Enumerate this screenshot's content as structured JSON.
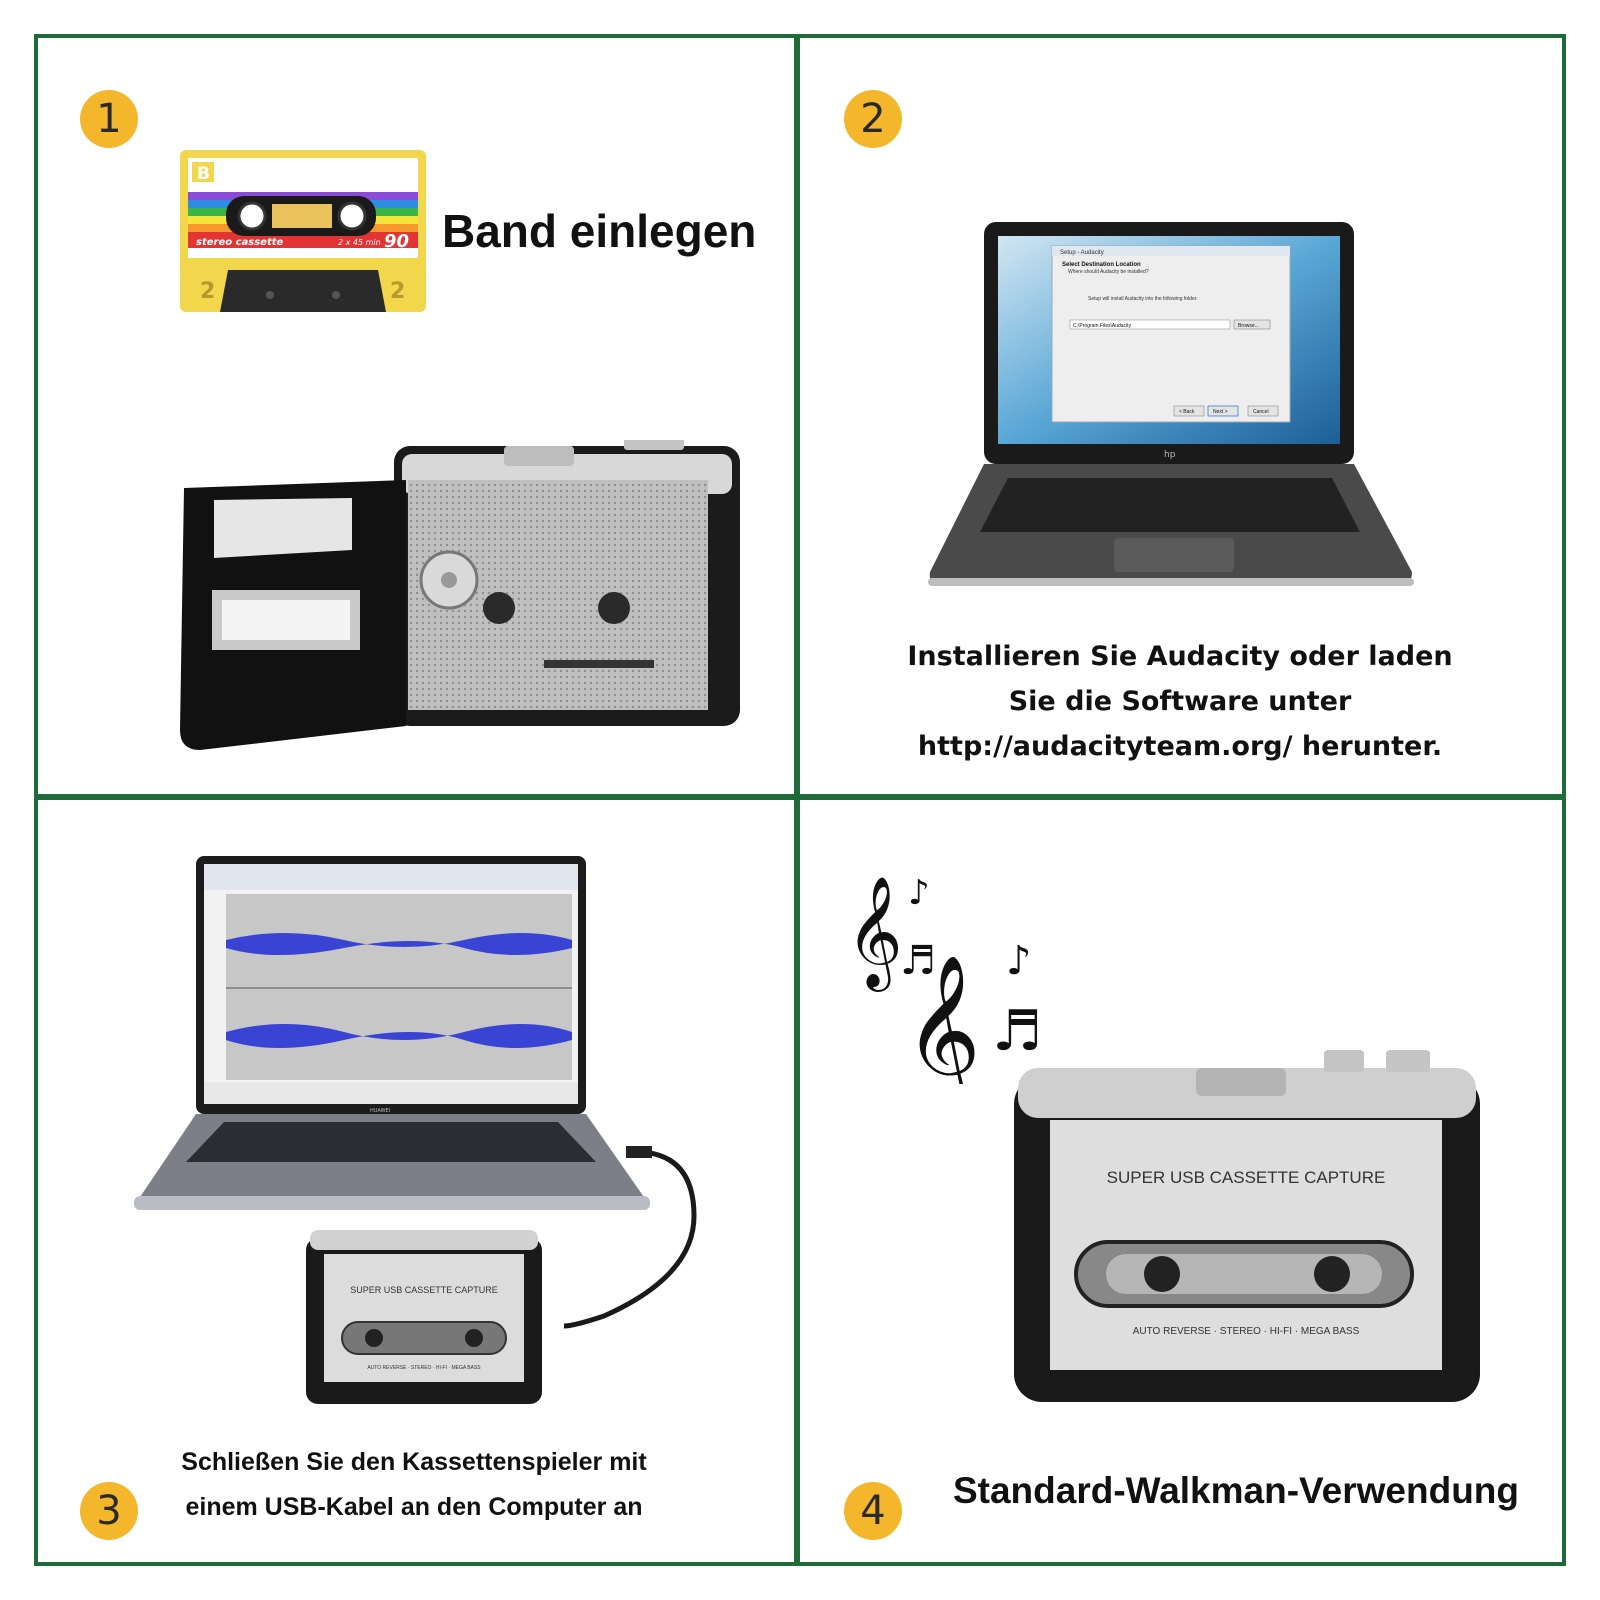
{
  "colors": {
    "border": "#1f6b3a",
    "badge": "#f4b62b"
  },
  "steps": [
    {
      "number": "1",
      "caption": "Band einlegen"
    },
    {
      "number": "2",
      "caption_lines": [
        "Installieren Sie Audacity oder laden",
        "Sie die Software unter",
        "http://audacityteam.org/ herunter."
      ]
    },
    {
      "number": "3",
      "caption_lines": [
        "Schließen Sie den Kassettenspieler mit",
        "einem USB-Kabel an den Computer an"
      ]
    },
    {
      "number": "4",
      "caption": "Standard-Walkman-Verwendung"
    }
  ],
  "cassette_label": {
    "side": "B",
    "brand": "stereo cassette",
    "duration": "2 x 45 min",
    "length": "90",
    "num": "2"
  },
  "device_label": {
    "title": "SUPER USB CASSETTE CAPTURE",
    "features": "AUTO REVERSE · STEREO · HI-FI · MEGA BASS"
  },
  "laptop_brands": {
    "hp": "hp",
    "huawei": "HUAWEI"
  },
  "installer": {
    "window_title": "Setup - Audacity",
    "heading": "Select Destination Location",
    "subheading": "Where should Audacity be installed?",
    "body": "Setup will install Audacity into the following folder.",
    "path": "C:\\Program Files\\Audacity",
    "browse": "Browse...",
    "back": "< Back",
    "next": "Next >",
    "cancel": "Cancel"
  },
  "icons": [
    "cassette-icon",
    "music-notes-icon"
  ]
}
